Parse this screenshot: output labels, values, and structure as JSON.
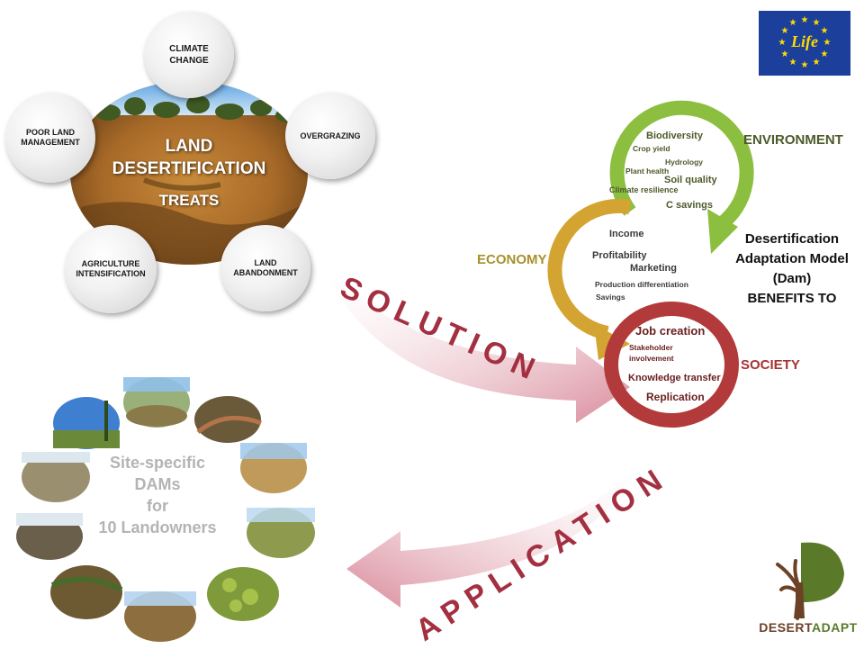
{
  "center": {
    "title_line1": "LAND",
    "title_line2": "DESERTIFICATION",
    "title_line3": "TREATS"
  },
  "threats": [
    {
      "line1": "CLIMATE",
      "line2": "CHANGE"
    },
    {
      "line1": "OVERGRAZING",
      "line2": ""
    },
    {
      "line1": "LAND",
      "line2": "ABANDONMENT"
    },
    {
      "line1": "AGRICULTURE",
      "line2": "INTENSIFICATION"
    },
    {
      "line1": "POOR LAND",
      "line2": "MANAGEMENT"
    }
  ],
  "arrows": {
    "solution": "SOLUTION",
    "application": "APPLICATION"
  },
  "environment": {
    "label": "ENVIRONMENT",
    "items": [
      "Biodiversity",
      "Crop yield",
      "Hydrology",
      "Plant health",
      "Soil quality",
      "Climate resilience",
      "C savings"
    ],
    "color": "#8cbf3f"
  },
  "economy": {
    "label": "ECONOMY",
    "items": [
      "Income",
      "Profitability",
      "Marketing",
      "Production differentiation",
      "Savings"
    ],
    "color": "#d4a432"
  },
  "society": {
    "label": "SOCIETY",
    "items": [
      "Job creation",
      "Stakeholder",
      "involvement",
      "Knowledge transfer",
      "Replication"
    ],
    "color": "#b23a3a"
  },
  "dam_text": {
    "line1": "Desertification",
    "line2": "Adaptation Model",
    "line3": "(Dam)",
    "line4": "BENEFITS TO"
  },
  "sites": {
    "line1": "Site-specific",
    "line2": "DAMs",
    "line3": "for",
    "line4": "10 Landowners"
  },
  "logos": {
    "eu": "Life",
    "desert": "DESERT",
    "adapt": "ADAPT"
  },
  "colors": {
    "eu_blue": "#1b3f9a",
    "eu_star": "#ffdd00",
    "arrow_pink": "#d98a9a",
    "arrow_text": "#a33040",
    "dark_green": "#4d5a2a",
    "econ_text": "#a8902a",
    "soc_text": "#a83232",
    "desert_brown": "#6b4226",
    "desert_green": "#5a7a2a"
  }
}
